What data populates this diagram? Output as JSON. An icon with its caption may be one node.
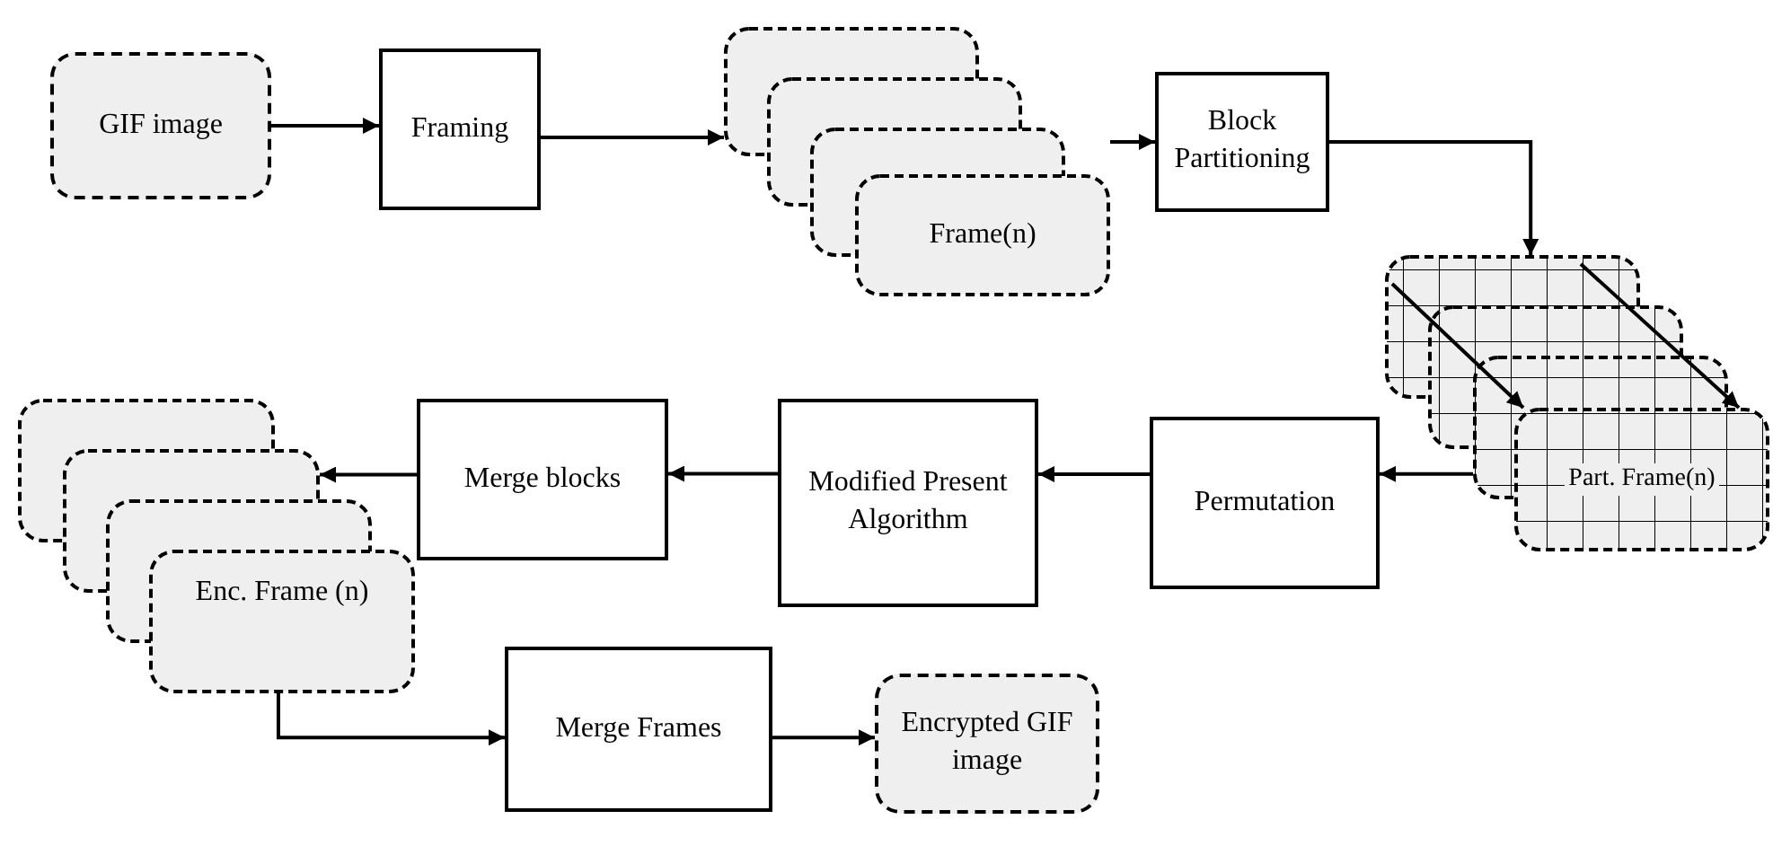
{
  "diagram": {
    "nodes": [
      {
        "text": [
          "GIF image"
        ]
      },
      {
        "text": [
          "Framing"
        ]
      },
      {
        "text": [
          "Frame(n)"
        ]
      },
      {
        "text": [
          "Block Partitioning"
        ]
      },
      {
        "text": [
          "Part. Frame(n)"
        ]
      },
      {
        "text": [
          "Permutation"
        ]
      },
      {
        "text": [
          "Modified Present Algorithm"
        ]
      },
      {
        "text": [
          "Merge blocks"
        ]
      },
      {
        "text": [
          "Enc. Frame (n)"
        ]
      },
      {
        "text": [
          "Merge Frames"
        ]
      },
      {
        "text": [
          "Encrypted GIF image"
        ]
      }
    ],
    "edges": [
      {
        "from": 0,
        "to": 1,
        "arrow": "to"
      },
      {
        "from": 1,
        "to": 2,
        "arrow": "to"
      },
      {
        "from": 2,
        "to": 3,
        "arrow": "to"
      },
      {
        "from": 3,
        "to": 4,
        "arrow": "to"
      },
      {
        "from": 4,
        "to": 5,
        "arrow": "to"
      },
      {
        "from": 5,
        "to": 6,
        "arrow": "to"
      },
      {
        "from": 6,
        "to": 7,
        "arrow": "to"
      },
      {
        "from": 7,
        "to": 8,
        "arrow": "to"
      },
      {
        "from": 8,
        "to": 9,
        "arrow": "to"
      },
      {
        "from": 9,
        "to": 10,
        "arrow": "to"
      }
    ]
  }
}
